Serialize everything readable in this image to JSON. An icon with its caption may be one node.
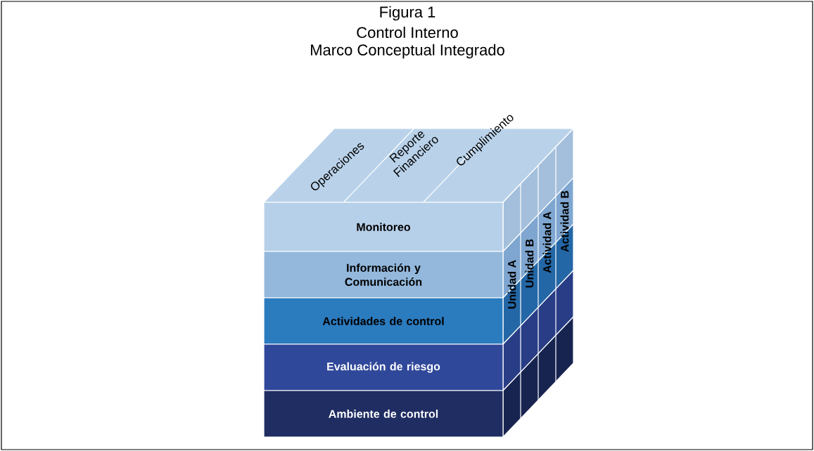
{
  "diagram": {
    "nodes": [
      {
        "text": [
          "Monitoreo"
        ]
      },
      {
        "text": [
          "Información y Comunicación"
        ]
      },
      {
        "text": [
          "Actividades de control"
        ]
      },
      {
        "text": [
          "Evaluación de riesgo"
        ]
      },
      {
        "text": [
          "Ambiente de control"
        ]
      }
    ],
    "labels": [
      "Figura 1",
      "Control Interno",
      "Marco Conceptual Integrado",
      "Operaciones",
      "Reporte Financiero",
      "Cumplimiento",
      "Unidad A",
      "Unidad B",
      "Actividad A",
      "Actividad B"
    ]
  }
}
